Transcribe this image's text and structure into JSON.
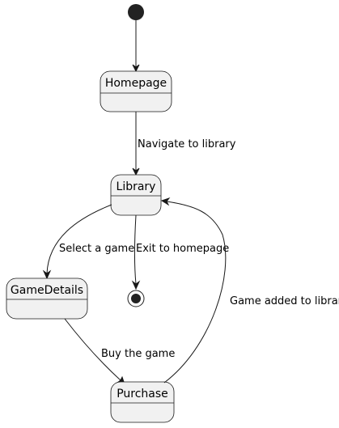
{
  "states": {
    "homepage": "Homepage",
    "library": "Library",
    "game_details": "GameDetails",
    "purchase": "Purchase"
  },
  "transitions": {
    "start_to_homepage": "",
    "navigate_to_library": "Navigate to library",
    "select_a_game": "Select a game",
    "exit_to_homepage": "Exit to homepage",
    "buy_the_game": "Buy the game",
    "game_added_to_library": "Game added to library"
  },
  "colors": {
    "state_fill": "#f1f1f1",
    "stroke": "#181818",
    "text": "#000000"
  }
}
